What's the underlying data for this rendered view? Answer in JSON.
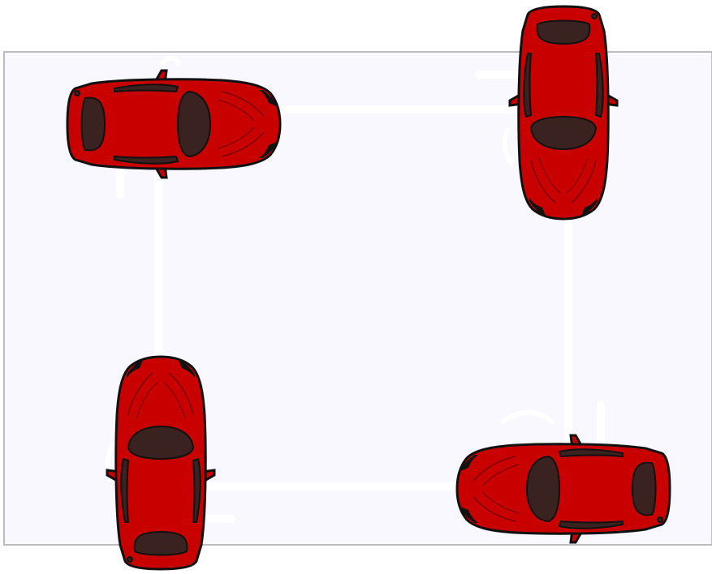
{
  "scene": {
    "board_color": "#f9f7ff",
    "board_border_color": "#bdbdbd",
    "track_color": "#ffffff",
    "car_body_color": "#c90000",
    "car_window_color": "#3a2220",
    "car_outline_color": "#111111"
  },
  "cars": [
    {
      "id": "car-top-left",
      "heading": "right",
      "icon": "red-sports-car-icon"
    },
    {
      "id": "car-top-right",
      "heading": "down",
      "icon": "red-sports-car-icon"
    },
    {
      "id": "car-bottom-left",
      "heading": "up",
      "icon": "red-sports-car-icon"
    },
    {
      "id": "car-bottom-right",
      "heading": "left",
      "icon": "red-sports-car-icon"
    }
  ]
}
